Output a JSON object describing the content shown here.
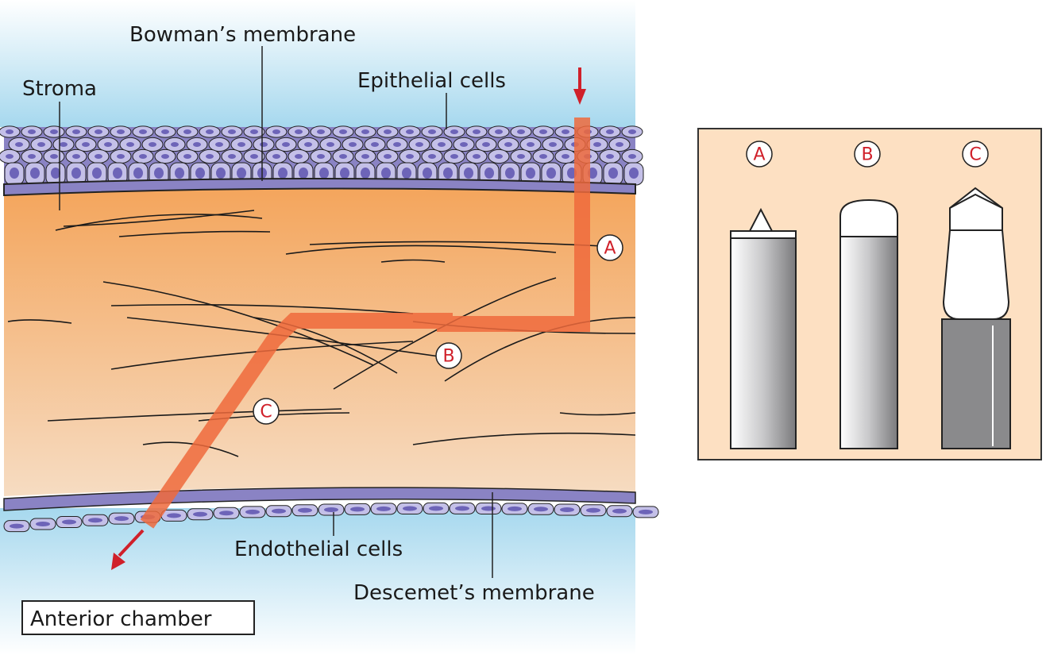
{
  "labels": {
    "bowman": "Bowman’s membrane",
    "stroma": "Stroma",
    "epithelial": "Epithelial cells",
    "endothelial": "Endothelial cells",
    "descemet": "Descemet’s membrane",
    "anterior_chamber": "Anterior chamber"
  },
  "path_markers": [
    "A",
    "B",
    "C"
  ],
  "tip_labels": [
    "A",
    "B",
    "C"
  ],
  "colors": {
    "marker_red": "#d0202a",
    "path_orange": "#ee6a3c",
    "stroma_top": "#f4a862",
    "stroma_bottom": "#f6dcc0",
    "membrane_purple": "#8a83c4",
    "cell_fill": "#c4c0e8",
    "fluid_blue": "#a6d8ee",
    "panel_bg": "#fde0c2"
  }
}
